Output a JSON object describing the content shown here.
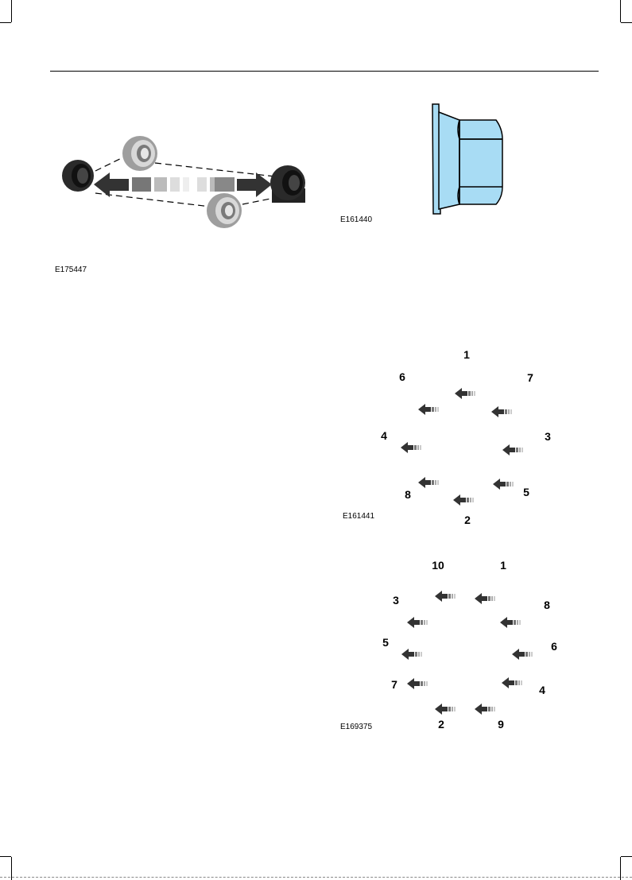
{
  "figures": {
    "rotation": {
      "code": "E175447"
    },
    "nut": {
      "code": "E161440",
      "fill_color": "#a8dcf4"
    },
    "pattern8": {
      "code": "E161441",
      "labels": [
        "1",
        "6",
        "7",
        "4",
        "3",
        "8",
        "5",
        "2"
      ]
    },
    "pattern10": {
      "code": "E169375",
      "labels": [
        "10",
        "1",
        "3",
        "8",
        "5",
        "6",
        "7",
        "4",
        "2",
        "9"
      ]
    }
  },
  "colors": {
    "tire_dark": "#2a2a2a",
    "tire_light": "#bdbdbd",
    "arrow": "#333333"
  }
}
